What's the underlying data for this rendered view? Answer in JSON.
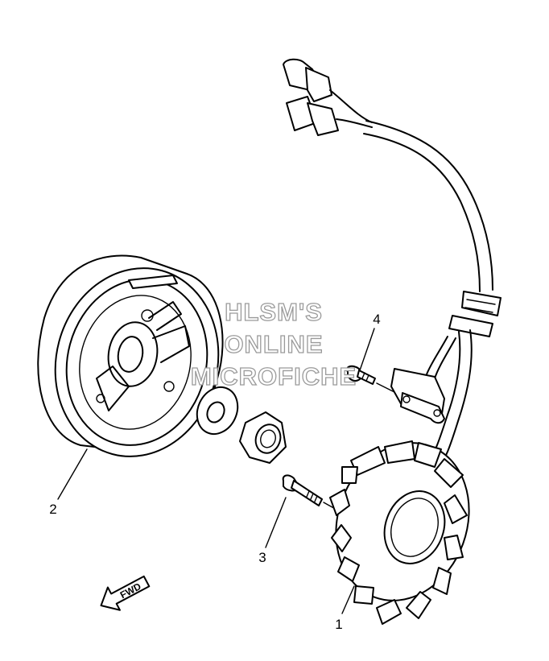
{
  "watermark": {
    "lines": [
      "HLSM'S",
      "ONLINE",
      "MICROFICHE"
    ]
  },
  "callouts": {
    "part1": "1",
    "part2": "2",
    "part3": "3",
    "part4": "4"
  },
  "fwd_label": "FWD"
}
